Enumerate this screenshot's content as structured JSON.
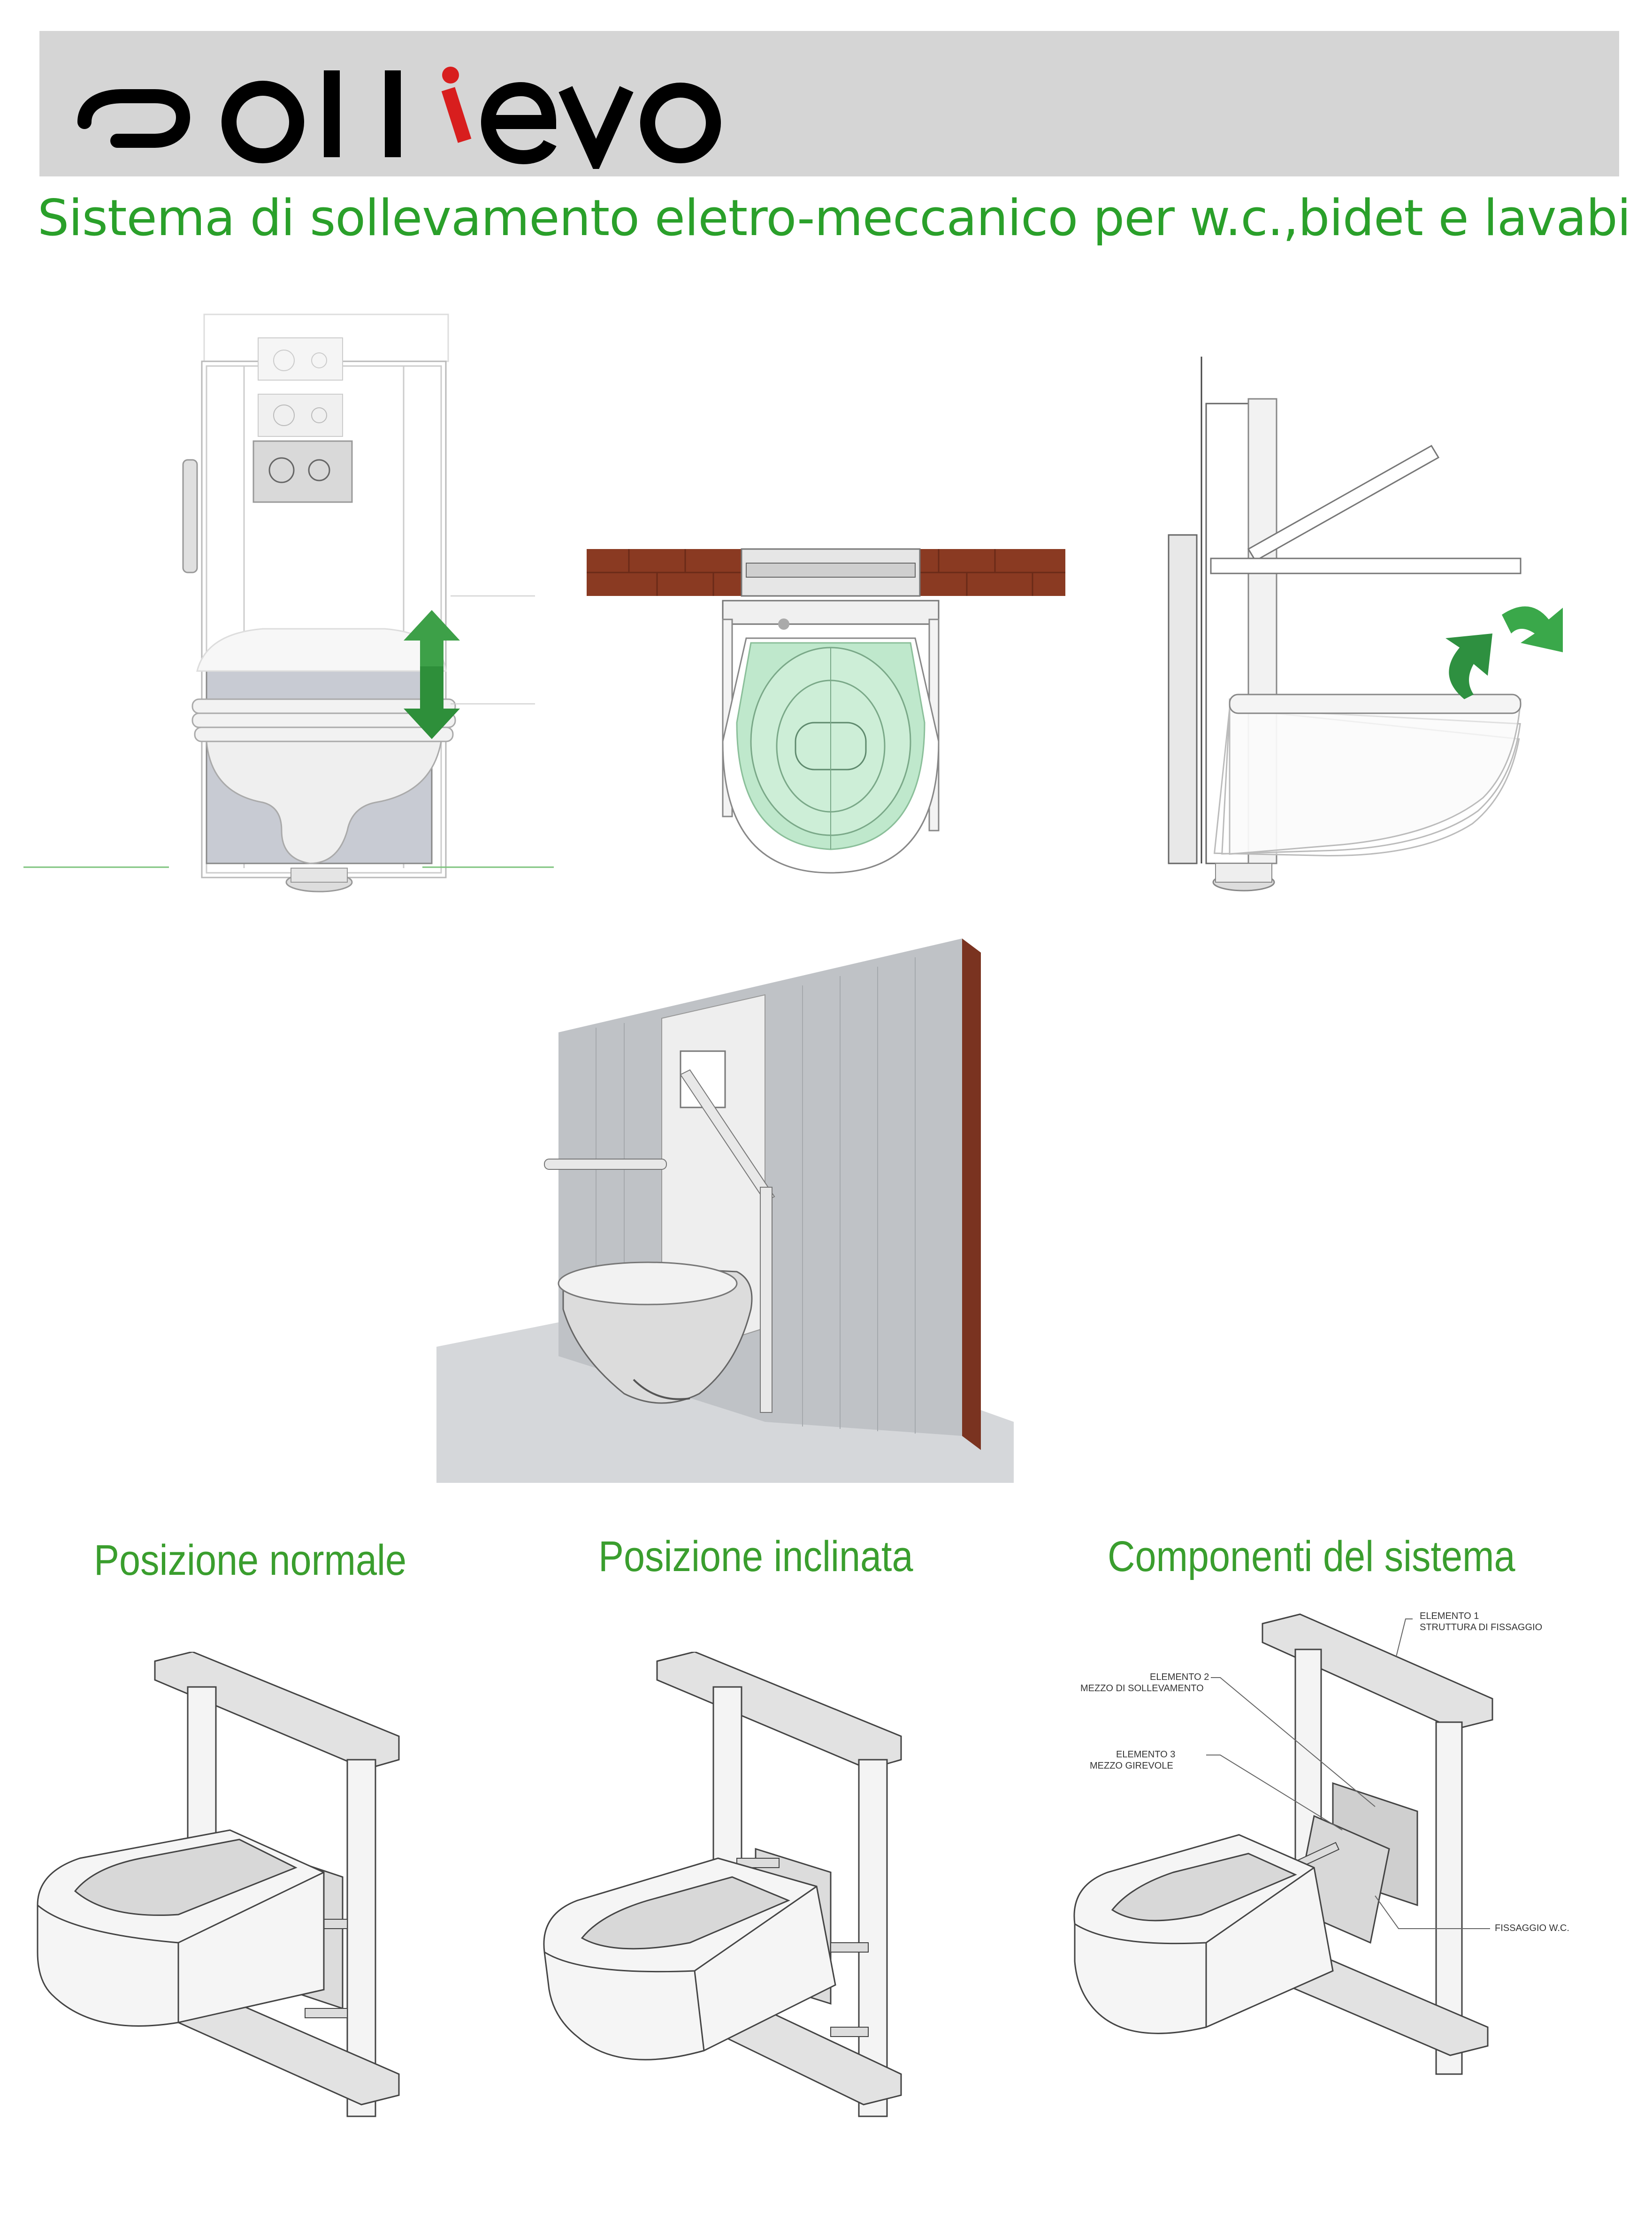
{
  "brand": {
    "logo_text": "sollievo",
    "header_color": "#d5d5d5",
    "accent_red": "#d81e1e"
  },
  "subtitle": "Sistema di sollevamento eletro-meccanico per w.c.,bidet e lavabi",
  "sections": {
    "normal": "Posizione normale",
    "tilted": "Posizione inclinata",
    "components": "Componenti del sistema"
  },
  "annotations": {
    "el1_title": "ELEMENTO 1",
    "el1_desc": "STRUTTURA DI FISSAGGIO",
    "el2_title": "ELEMENTO 2",
    "el2_desc": "MEZZO DI SOLLEVAMENTO",
    "el3_title": "ELEMENTO 3",
    "el3_desc": "MEZZO GIREVOLE",
    "wc_fix": "FISSAGGIO W.C."
  },
  "icons": {
    "vertical_arrows": "up-down-arrow-icon",
    "rotate_arrows": "rotate-arrows-icon"
  },
  "colors": {
    "green_text": "#2aa02a",
    "arrow_green": "#2e9e3a",
    "brick": "#8a3a22",
    "glass_green": "#bfe8cc"
  }
}
